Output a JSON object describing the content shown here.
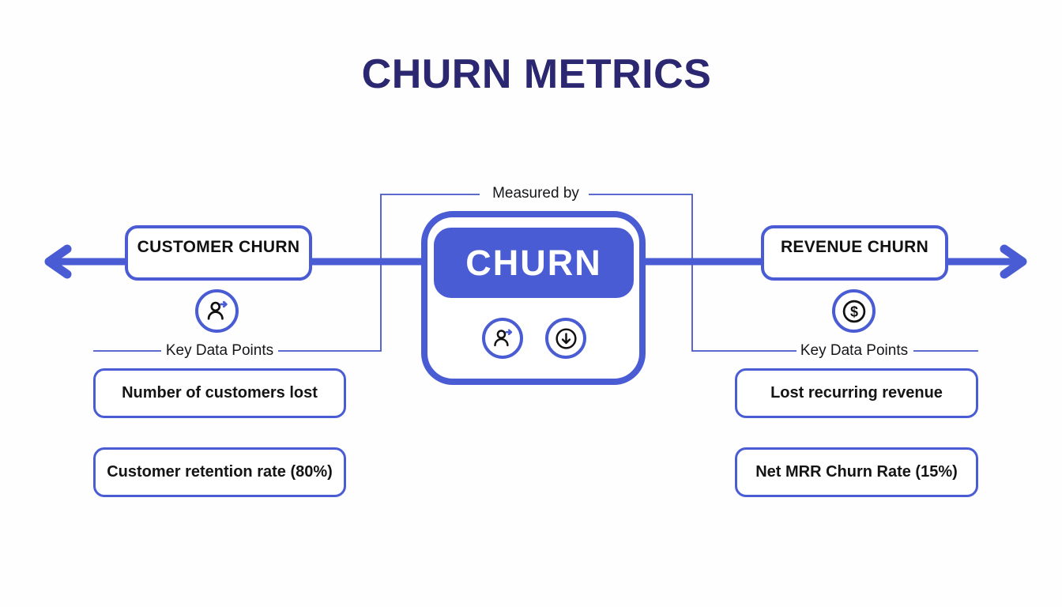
{
  "title": "CHURN METRICS",
  "colors": {
    "accent": "#4a5cd4",
    "title_color": "#2b2770",
    "text_color": "#15161a"
  },
  "center": {
    "connector_label": "Measured by",
    "label": "CHURN",
    "icons": [
      "user-churn-icon",
      "arrow-down-circle-icon"
    ]
  },
  "branches": {
    "left": {
      "title": "CUSTOMER CHURN",
      "icon": "user-churn-icon",
      "section_label": "Key Data Points",
      "data_points": [
        "Number of customers lost",
        "Customer retention rate (80%)"
      ]
    },
    "right": {
      "title": "REVENUE CHURN",
      "icon": "dollar-circle-icon",
      "section_label": "Key Data Points",
      "data_points": [
        "Lost recurring revenue",
        "Net MRR Churn Rate (15%)"
      ]
    }
  }
}
